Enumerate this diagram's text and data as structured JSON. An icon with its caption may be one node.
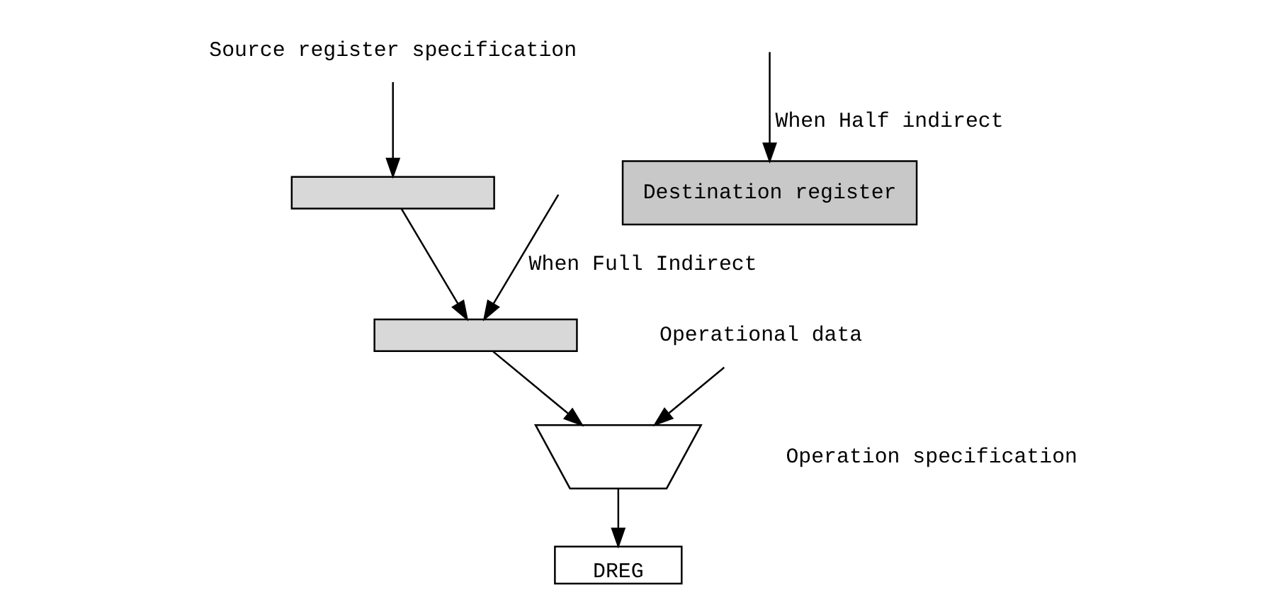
{
  "diagram": {
    "nodes": [
      {
        "text": [
          "Source register specification"
        ]
      },
      {
        "text": [],
        "shape": "bar"
      },
      {
        "text": [],
        "shape": "bar"
      },
      {
        "text": [
          "Operational data"
        ]
      },
      {
        "text": [],
        "shape": "trapezium"
      },
      {
        "text": [
          "DREG"
        ]
      },
      {
        "text": [
          "Destination register"
        ]
      }
    ],
    "edges": [
      {
        "from": 0,
        "to": 1,
        "arrow": "to"
      },
      {
        "from": 1,
        "to": 2,
        "arrow": "to"
      },
      {
        "from": 2,
        "to": 4,
        "arrow": "to"
      },
      {
        "from": 3,
        "to": 4,
        "arrow": "to"
      },
      {
        "from": 4,
        "to": 5,
        "arrow": "to"
      },
      {
        "from": null,
        "to": 6,
        "arrow": "to",
        "label": "When Half indirect"
      },
      {
        "from": null,
        "to": 2,
        "arrow": "to",
        "label": "When Full Indirect"
      }
    ],
    "labels": [
      "Operation specification"
    ]
  }
}
